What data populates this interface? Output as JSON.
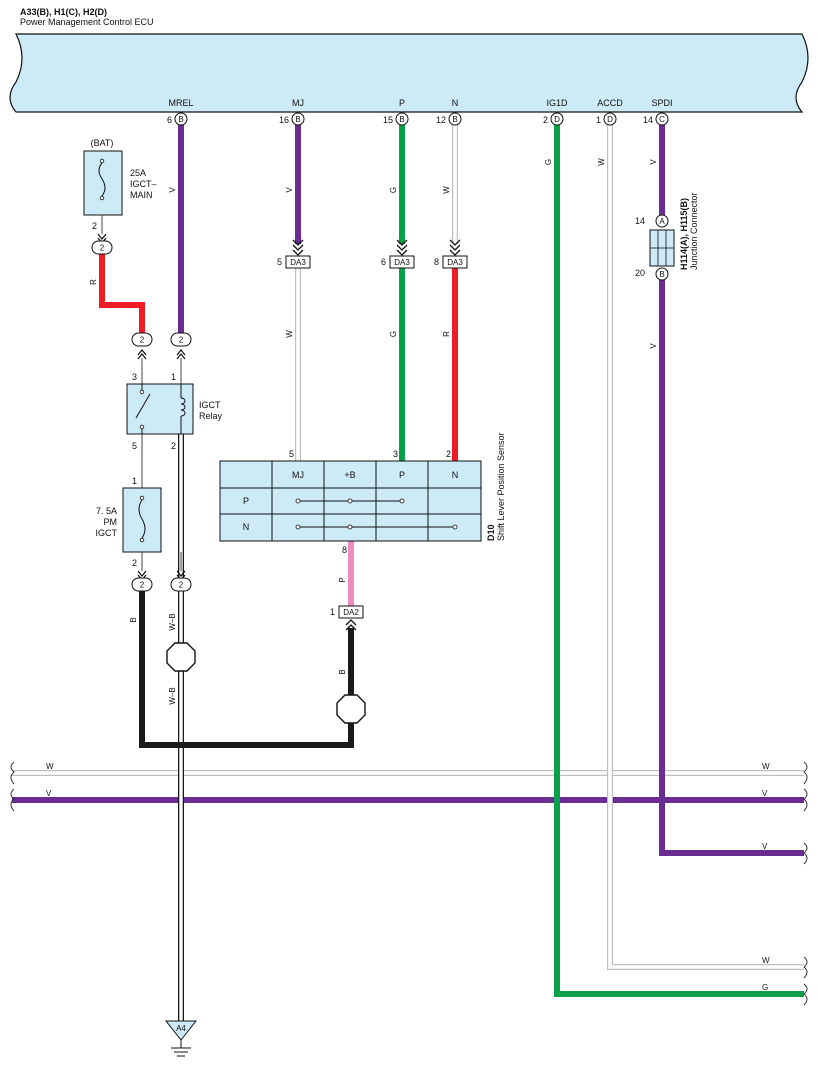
{
  "header": {
    "connectors": "A33(B), H1(C), H2(D)",
    "component": "Power Management Control ECU"
  },
  "ecu_terminals": [
    {
      "name": "MREL",
      "pin": "6",
      "conn": "B"
    },
    {
      "name": "MJ",
      "pin": "16",
      "conn": "B"
    },
    {
      "name": "P",
      "pin": "15",
      "conn": "B"
    },
    {
      "name": "N",
      "pin": "12",
      "conn": "B"
    },
    {
      "name": "IG1D",
      "pin": "2",
      "conn": "D"
    },
    {
      "name": "ACCD",
      "pin": "1",
      "conn": "D"
    },
    {
      "name": "SPDI",
      "pin": "14",
      "conn": "C"
    }
  ],
  "fuse_main": {
    "source": "(BAT)",
    "rating": "25A",
    "name_line1": "IGCT–",
    "name_line2": "MAIN",
    "pin": "2",
    "junction": "2"
  },
  "fuse_pm": {
    "rating": "7. 5A",
    "name_line1": "PM",
    "name_line2": "IGCT",
    "pin_top": "1",
    "pin_bottom": "2",
    "junction": "2"
  },
  "relay": {
    "name_line1": "IGCT",
    "name_line2": "Relay",
    "pin_3": "3",
    "pin_1": "1",
    "pin_5": "5",
    "pin_2": "2",
    "junction_left": "2",
    "junction_right": "2",
    "junction_bottom": "2"
  },
  "da3_connectors": [
    {
      "pin": "5",
      "code": "DA3"
    },
    {
      "pin": "6",
      "code": "DA3"
    },
    {
      "pin": "8",
      "code": "DA3"
    }
  ],
  "da2_connector": {
    "pin": "1",
    "code": "DA2"
  },
  "junction_connector": {
    "code": "H114(A), H115(B)",
    "name": "Junction Connector",
    "pin_top": "14",
    "conn_top": "A",
    "pin_bottom": "20",
    "conn_bottom": "B"
  },
  "sensor": {
    "code": "D10",
    "name": "Shift Lever Position Sensor",
    "columns": [
      "MJ",
      "+B",
      "P",
      "N"
    ],
    "rows": [
      "P",
      "N"
    ],
    "pin_mj": "5",
    "pin_p": "3",
    "pin_n": "2",
    "pin_out": "8"
  },
  "wire_colors": {
    "mrel": "V",
    "mj_upper": "V",
    "p_upper": "G",
    "n_upper": "W",
    "mj_lower": "W",
    "p_lower": "G",
    "n_lower": "R",
    "ig1d": "G",
    "accd": "W",
    "spdi_upper": "V",
    "spdi_lower": "V",
    "fuse_to_relay": "R",
    "pm_out": "B",
    "relay_out": "W–B",
    "relay_out_lower": "W–B",
    "sensor_out": "P",
    "da2_out": "B",
    "bus_w_left": "W",
    "bus_w_right": "W",
    "bus_v_left": "V",
    "bus_v_right": "V",
    "spdi_right": "V",
    "accd_right": "W",
    "ig1d_right": "G"
  },
  "ground": {
    "code": "A4"
  },
  "colors": {
    "ecu_fill": "#cdeaf7",
    "violet": "#6b2c91",
    "green": "#0aa04a",
    "red": "#ee1c25",
    "pink": "#ee8cc0",
    "black": "#1a1a1a",
    "white_wire": "#bfbfbf"
  }
}
